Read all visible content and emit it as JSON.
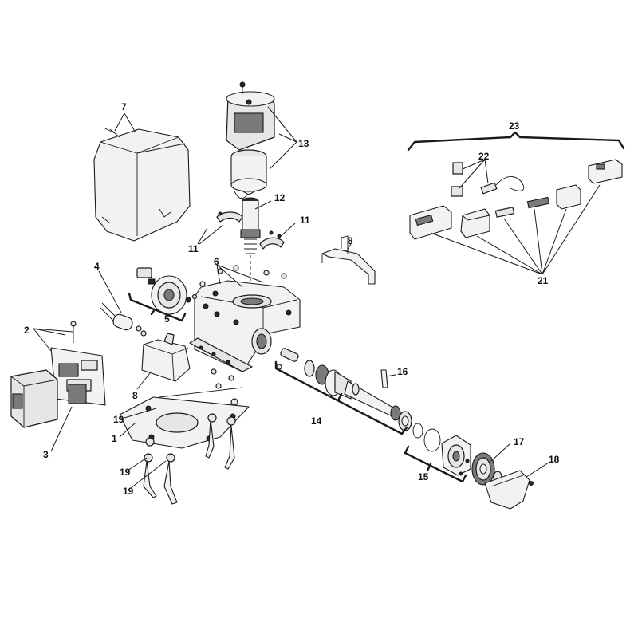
{
  "callouts": {
    "c1": "1",
    "c2": "2",
    "c3": "3",
    "c4": "4",
    "c5": "5",
    "c6": "6",
    "c7": "7",
    "c8a": "8",
    "c8b": "8",
    "c11a": "11",
    "c11b": "11",
    "c12": "12",
    "c13": "13",
    "c14": "14",
    "c15": "15",
    "c16": "16",
    "c17": "17",
    "c18": "18",
    "c19a": "19",
    "c19b": "19",
    "c19c": "19",
    "c21": "21",
    "c22": "22",
    "c23": "23"
  }
}
